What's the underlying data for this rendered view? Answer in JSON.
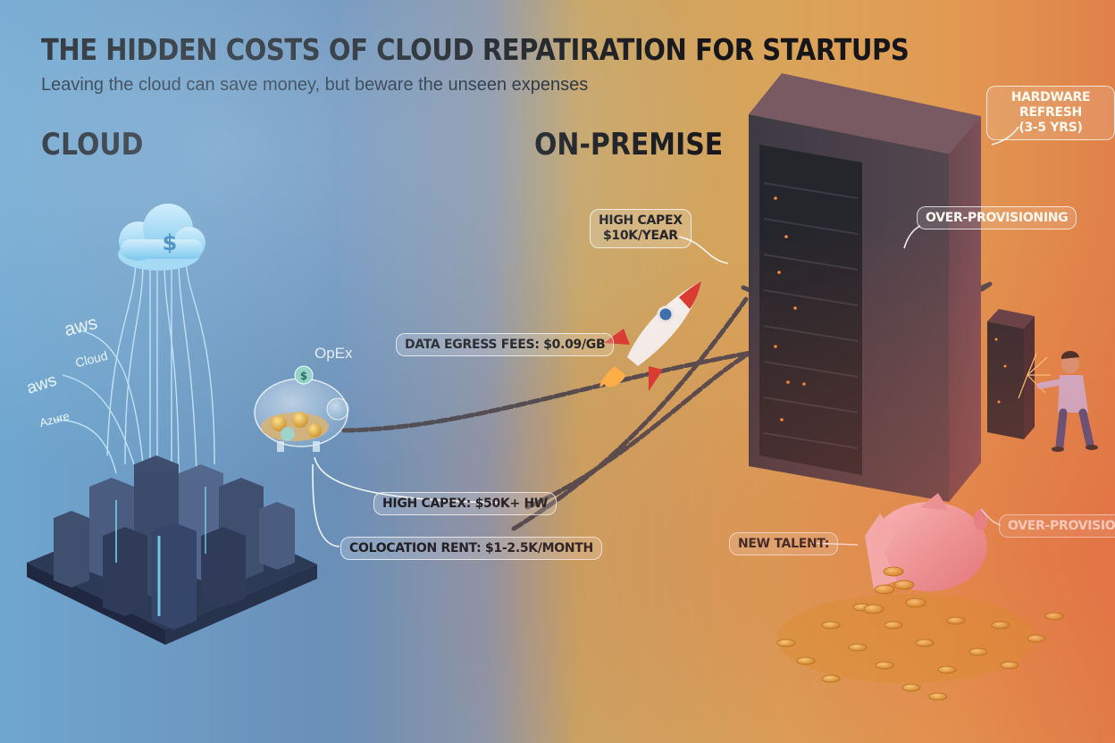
{
  "title": "THE HIDDEN COSTS OF CLOUD REPATIRATION FOR STARTUPS",
  "subtitle": "Leaving the cloud can save money, but beware the unseen expenses",
  "sections": {
    "cloud": "CLOUD",
    "on_premise": "ON-PREMISE"
  },
  "cloud_icon": {
    "symbol": "$"
  },
  "brands": [
    "aws",
    "Cloud",
    "aws",
    "Azure"
  ],
  "piggy_bank": {
    "label": "OpEx",
    "coin_symbol": "$"
  },
  "callouts": {
    "data_egress": "DATA EGRESS FEES: $0.09/GB",
    "high_capex_hw": "HIGH CAPEX: $50K+ HW",
    "colocation": "COLOCATION RENT: $1-2.5K/MONTH",
    "high_capex_year": "HIGH CAPEX\n$10K/YEAR",
    "hardware_refresh": "HARDWARE REFRESH\n(3-5 YRS)",
    "over_provisioning_top": "OVER-PROVISIONING",
    "over_provisioning_bottom": "OVER-PROVISIONING",
    "new_talent": "NEW TALENT:"
  },
  "colors": {
    "cloud_side": "#6a8fb8",
    "onprem_side": "#d9a45a",
    "server": "#5a4450",
    "coins": "#e8b23a",
    "piggy_broken": "#f0a4b0"
  }
}
